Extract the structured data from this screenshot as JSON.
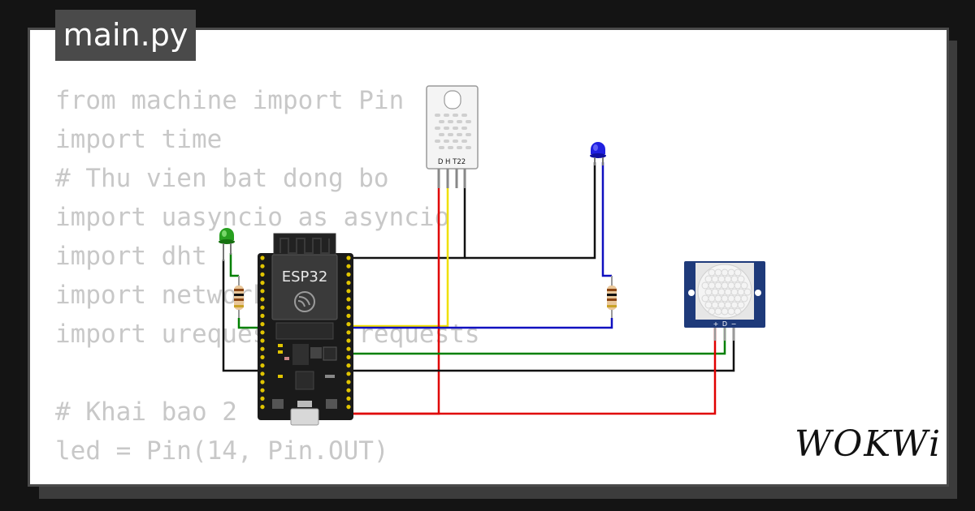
{
  "file_tab": {
    "label": "main.py"
  },
  "code_lines": [
    "from machine import Pin",
    "import time",
    "# Thu vien bat dong bo",
    "import uasyncio as asyncio",
    "import dht",
    "import network",
    "import urequests as requests",
    "",
    "# Khai bao 2",
    "led = Pin(14, Pin.OUT)"
  ],
  "components": {
    "mcu": {
      "label": "ESP32"
    },
    "sensor": {
      "label": "D H T22"
    },
    "pir": {
      "pin_labels": [
        "+",
        "D",
        "−"
      ]
    }
  },
  "brand": {
    "label": "WOKWi"
  },
  "colors": {
    "wire_red": "#e00000",
    "wire_yellow": "#f0e000",
    "wire_black": "#111111",
    "wire_blue": "#1010c0",
    "wire_green": "#008000",
    "led_green": "#28a020",
    "led_blue": "#2020e0",
    "board": "#1a1a1a",
    "pir_board": "#1e3a7a"
  }
}
